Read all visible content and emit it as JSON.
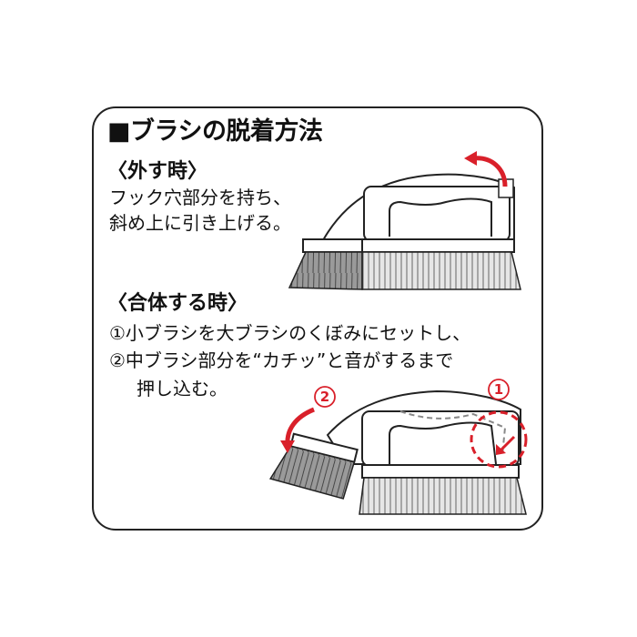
{
  "title": "■ブラシの脱着方法",
  "remove": {
    "heading": "〈外す時〉",
    "lines": [
      "フック穴部分を持ち、",
      "斜め上に引き上げる。"
    ]
  },
  "attach": {
    "heading": "〈合体する時〉",
    "lines": [
      "①小ブラシを大ブラシのくぼみにセットし、",
      "②中ブラシ部分を“カチッ”と音がするまで",
      "押し込む。"
    ],
    "markers": [
      "②",
      "①"
    ]
  },
  "colors": {
    "accent": "#d9202a",
    "border": "#222222"
  }
}
